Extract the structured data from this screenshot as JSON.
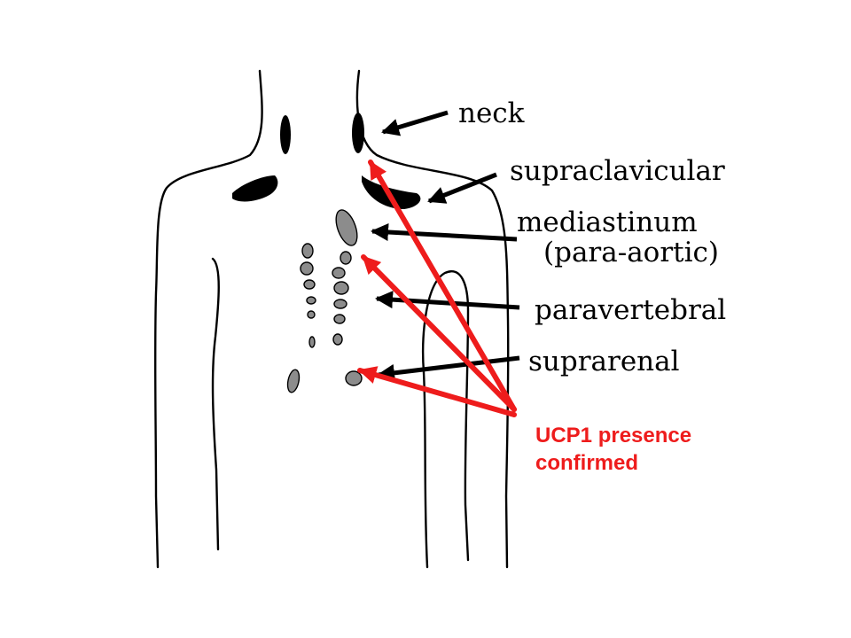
{
  "labels": {
    "neck": "neck",
    "supraclavicular": "supraclavicular",
    "mediastinum": "mediastinum",
    "para_aortic": "(para-aortic)",
    "paravertebral": "paravertebral",
    "suprarenal": "suprarenal"
  },
  "note": {
    "line1": "UCP1 presence",
    "line2": "confirmed"
  },
  "colors": {
    "outline": "#000000",
    "brown_fat_black": "#000000",
    "brown_fat_gray": "#8c8c8c",
    "ucp1_red": "#ee1c1c"
  }
}
